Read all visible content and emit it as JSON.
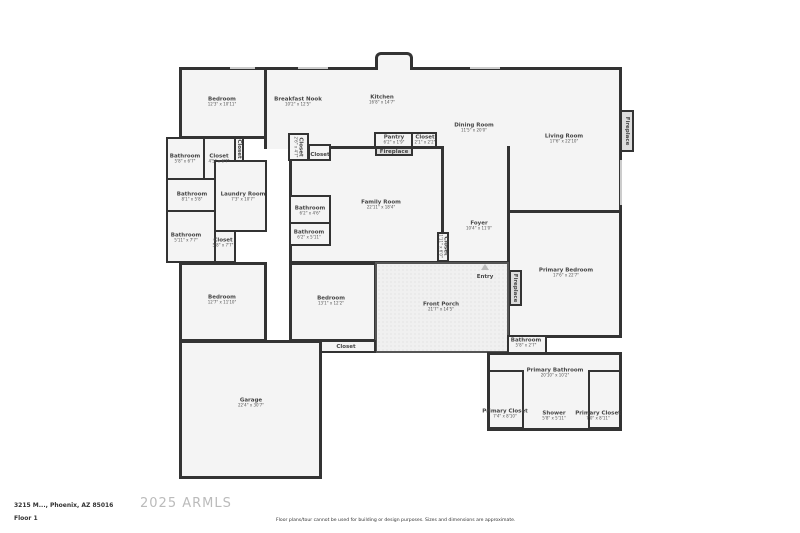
{
  "rooms": [
    {
      "name": "Bedroom",
      "dims": "12'3\" x 10'11\""
    },
    {
      "name": "Breakfast Nook",
      "dims": "10'2\" x 12'5\""
    },
    {
      "name": "Kitchen",
      "dims": "16'8\" x 14'7\""
    },
    {
      "name": "Dining Room",
      "dims": "11'5\" x 20'0\""
    },
    {
      "name": "Living Room",
      "dims": "17'6\" x 22'10\""
    },
    {
      "name": "Bathroom",
      "dims": "5'8\" x 6'7\""
    },
    {
      "name": "Closet",
      "dims": "4'5\" x 6'7\""
    },
    {
      "name": "Closet",
      "dims": ""
    },
    {
      "name": "Bathroom",
      "dims": "8'1\" x 5'8\""
    },
    {
      "name": "Laundry Room",
      "dims": "7'3\" x 10'7\""
    },
    {
      "name": "Bathroom",
      "dims": "5'11\" x 7'7\""
    },
    {
      "name": "Closet",
      "dims": "5'8\" x 7'7\""
    },
    {
      "name": "Closet",
      "dims": "2'6\" x 4'7\""
    },
    {
      "name": "Closet",
      "dims": ""
    },
    {
      "name": "Pantry",
      "dims": "6'2\" x 1'9\""
    },
    {
      "name": "Closet",
      "dims": "2'1\" x 2'2\""
    },
    {
      "name": "Family Room",
      "dims": "22'11\" x 18'4\""
    },
    {
      "name": "Bathroom",
      "dims": "6'2\" x 4'6\""
    },
    {
      "name": "Bathroom",
      "dims": "6'2\" x 5'11\""
    },
    {
      "name": "Foyer",
      "dims": "10'4\" x 11'0\""
    },
    {
      "name": "Closet",
      "dims": "1'11\" x 6'0\""
    },
    {
      "name": "Primary Bedroom",
      "dims": "17'6\" x 22'7\""
    },
    {
      "name": "Bedroom",
      "dims": "12'7\" x 11'10\""
    },
    {
      "name": "Bedroom",
      "dims": "13'1\" x 12'2\""
    },
    {
      "name": "Front Porch",
      "dims": "21'7\" x 14'5\""
    },
    {
      "name": "Closet",
      "dims": ""
    },
    {
      "name": "Garage",
      "dims": "22'4\" x 30'7\""
    },
    {
      "name": "Bathroom",
      "dims": "5'8\" x 2'7\""
    },
    {
      "name": "Primary Bathroom",
      "dims": "20'10\" x 10'2\""
    },
    {
      "name": "Primary Closet",
      "dims": "7'4\" x 8'10\""
    },
    {
      "name": "Shower",
      "dims": "5'8\" x 5'11\""
    },
    {
      "name": "Primary Closet",
      "dims": "7'0\" x 8'11\""
    }
  ],
  "fireplaces": [
    "Fireplace",
    "Fireplace",
    "Fireplace"
  ],
  "entry_label": "Entry",
  "footer": {
    "address": "3215 M..., Phoenix, AZ 85016",
    "floor": "Floor 1",
    "disclaimer": "Floor plans/tour cannot be used for building or design purposes. Sizes and dimensions are approximate.",
    "watermark": "2025 ARMLS"
  }
}
